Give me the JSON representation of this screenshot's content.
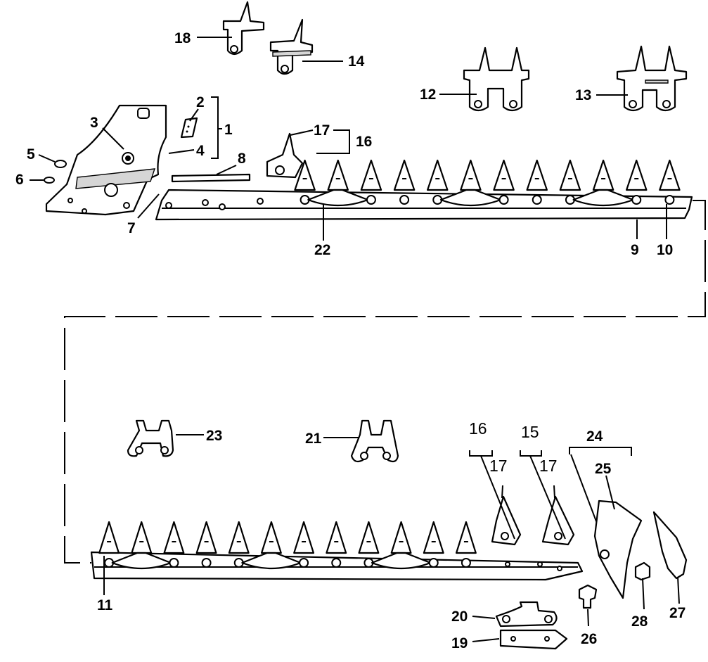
{
  "callouts": [
    {
      "id": "18",
      "label": "18"
    },
    {
      "id": "14",
      "label": "14"
    },
    {
      "id": "12",
      "label": "12"
    },
    {
      "id": "13",
      "label": "13"
    },
    {
      "id": "2",
      "label": "2"
    },
    {
      "id": "3",
      "label": "3"
    },
    {
      "id": "1",
      "label": "1"
    },
    {
      "id": "4",
      "label": "4"
    },
    {
      "id": "5",
      "label": "5"
    },
    {
      "id": "6",
      "label": "6"
    },
    {
      "id": "8",
      "label": "8"
    },
    {
      "id": "17a",
      "label": "17"
    },
    {
      "id": "16a",
      "label": "16"
    },
    {
      "id": "7",
      "label": "7"
    },
    {
      "id": "22",
      "label": "22"
    },
    {
      "id": "9",
      "label": "9"
    },
    {
      "id": "10",
      "label": "10"
    },
    {
      "id": "23",
      "label": "23"
    },
    {
      "id": "21",
      "label": "21"
    },
    {
      "id": "16b",
      "label": "16"
    },
    {
      "id": "15",
      "label": "15"
    },
    {
      "id": "24",
      "label": "24"
    },
    {
      "id": "17b",
      "label": "17"
    },
    {
      "id": "17c",
      "label": "17"
    },
    {
      "id": "25",
      "label": "25"
    },
    {
      "id": "11",
      "label": "11"
    },
    {
      "id": "20",
      "label": "20"
    },
    {
      "id": "19",
      "label": "19"
    },
    {
      "id": "26",
      "label": "26"
    },
    {
      "id": "28",
      "label": "28"
    },
    {
      "id": "27",
      "label": "27"
    }
  ],
  "upper_bar": {
    "section_count": 12
  },
  "lower_bar": {
    "section_count": 12
  }
}
